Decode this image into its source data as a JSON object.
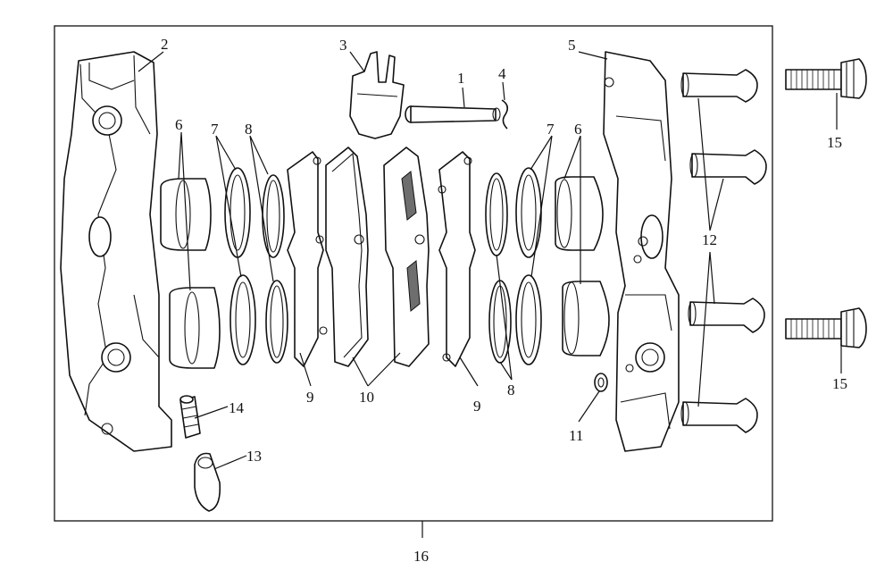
{
  "labels": {
    "p1": "1",
    "p2": "2",
    "p3": "3",
    "p4": "4",
    "p5": "5",
    "p6a": "6",
    "p6b": "6",
    "p7a": "7",
    "p7b": "7",
    "p8a": "8",
    "p8b": "8",
    "p9a": "9",
    "p9b": "9",
    "p10": "10",
    "p11": "11",
    "p12": "12",
    "p13": "13",
    "p14": "14",
    "p15a": "15",
    "p15b": "15",
    "p16": "16"
  }
}
